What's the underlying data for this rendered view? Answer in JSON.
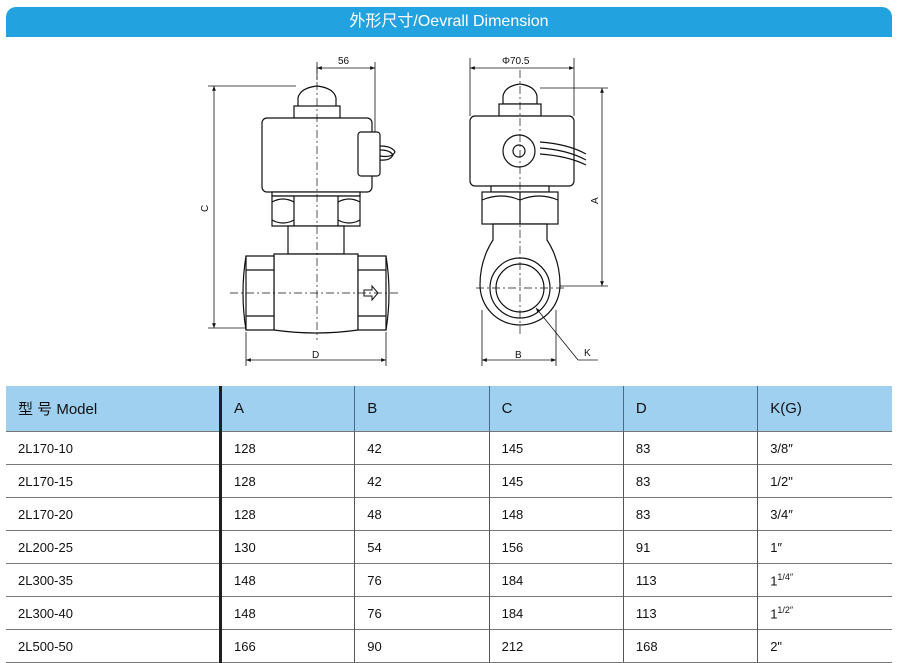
{
  "title": "外形尺寸/Oevrall Dimension",
  "drawing": {
    "dim_width_front": "56",
    "dim_diameter_side": "Φ70.5",
    "label_c": "C",
    "label_d": "D",
    "label_a": "A",
    "label_b": "B",
    "label_k": "K"
  },
  "table": {
    "headers": [
      "型 号 Model",
      "A",
      "B",
      "C",
      "D",
      "K(G)"
    ],
    "rows": [
      {
        "model": "2L170-10",
        "a": "128",
        "b": "42",
        "c": "145",
        "d": "83",
        "k": "3/8″"
      },
      {
        "model": "2L170-15",
        "a": "128",
        "b": "42",
        "c": "145",
        "d": "83",
        "k": "1/2\""
      },
      {
        "model": "2L170-20",
        "a": "128",
        "b": "48",
        "c": "148",
        "d": "83",
        "k": "3/4″"
      },
      {
        "model": "2L200-25",
        "a": "130",
        "b": "54",
        "c": "156",
        "d": "91",
        "k": "1″"
      },
      {
        "model": "2L300-35",
        "a": "148",
        "b": "76",
        "c": "184",
        "d": "113",
        "k_whole": "1",
        "k_frac": "1/4″"
      },
      {
        "model": "2L300-40",
        "a": "148",
        "b": "76",
        "c": "184",
        "d": "113",
        "k_whole": "1",
        "k_frac": "1/2″"
      },
      {
        "model": "2L500-50",
        "a": "166",
        "b": "90",
        "c": "212",
        "d": "168",
        "k": "2\""
      }
    ]
  }
}
